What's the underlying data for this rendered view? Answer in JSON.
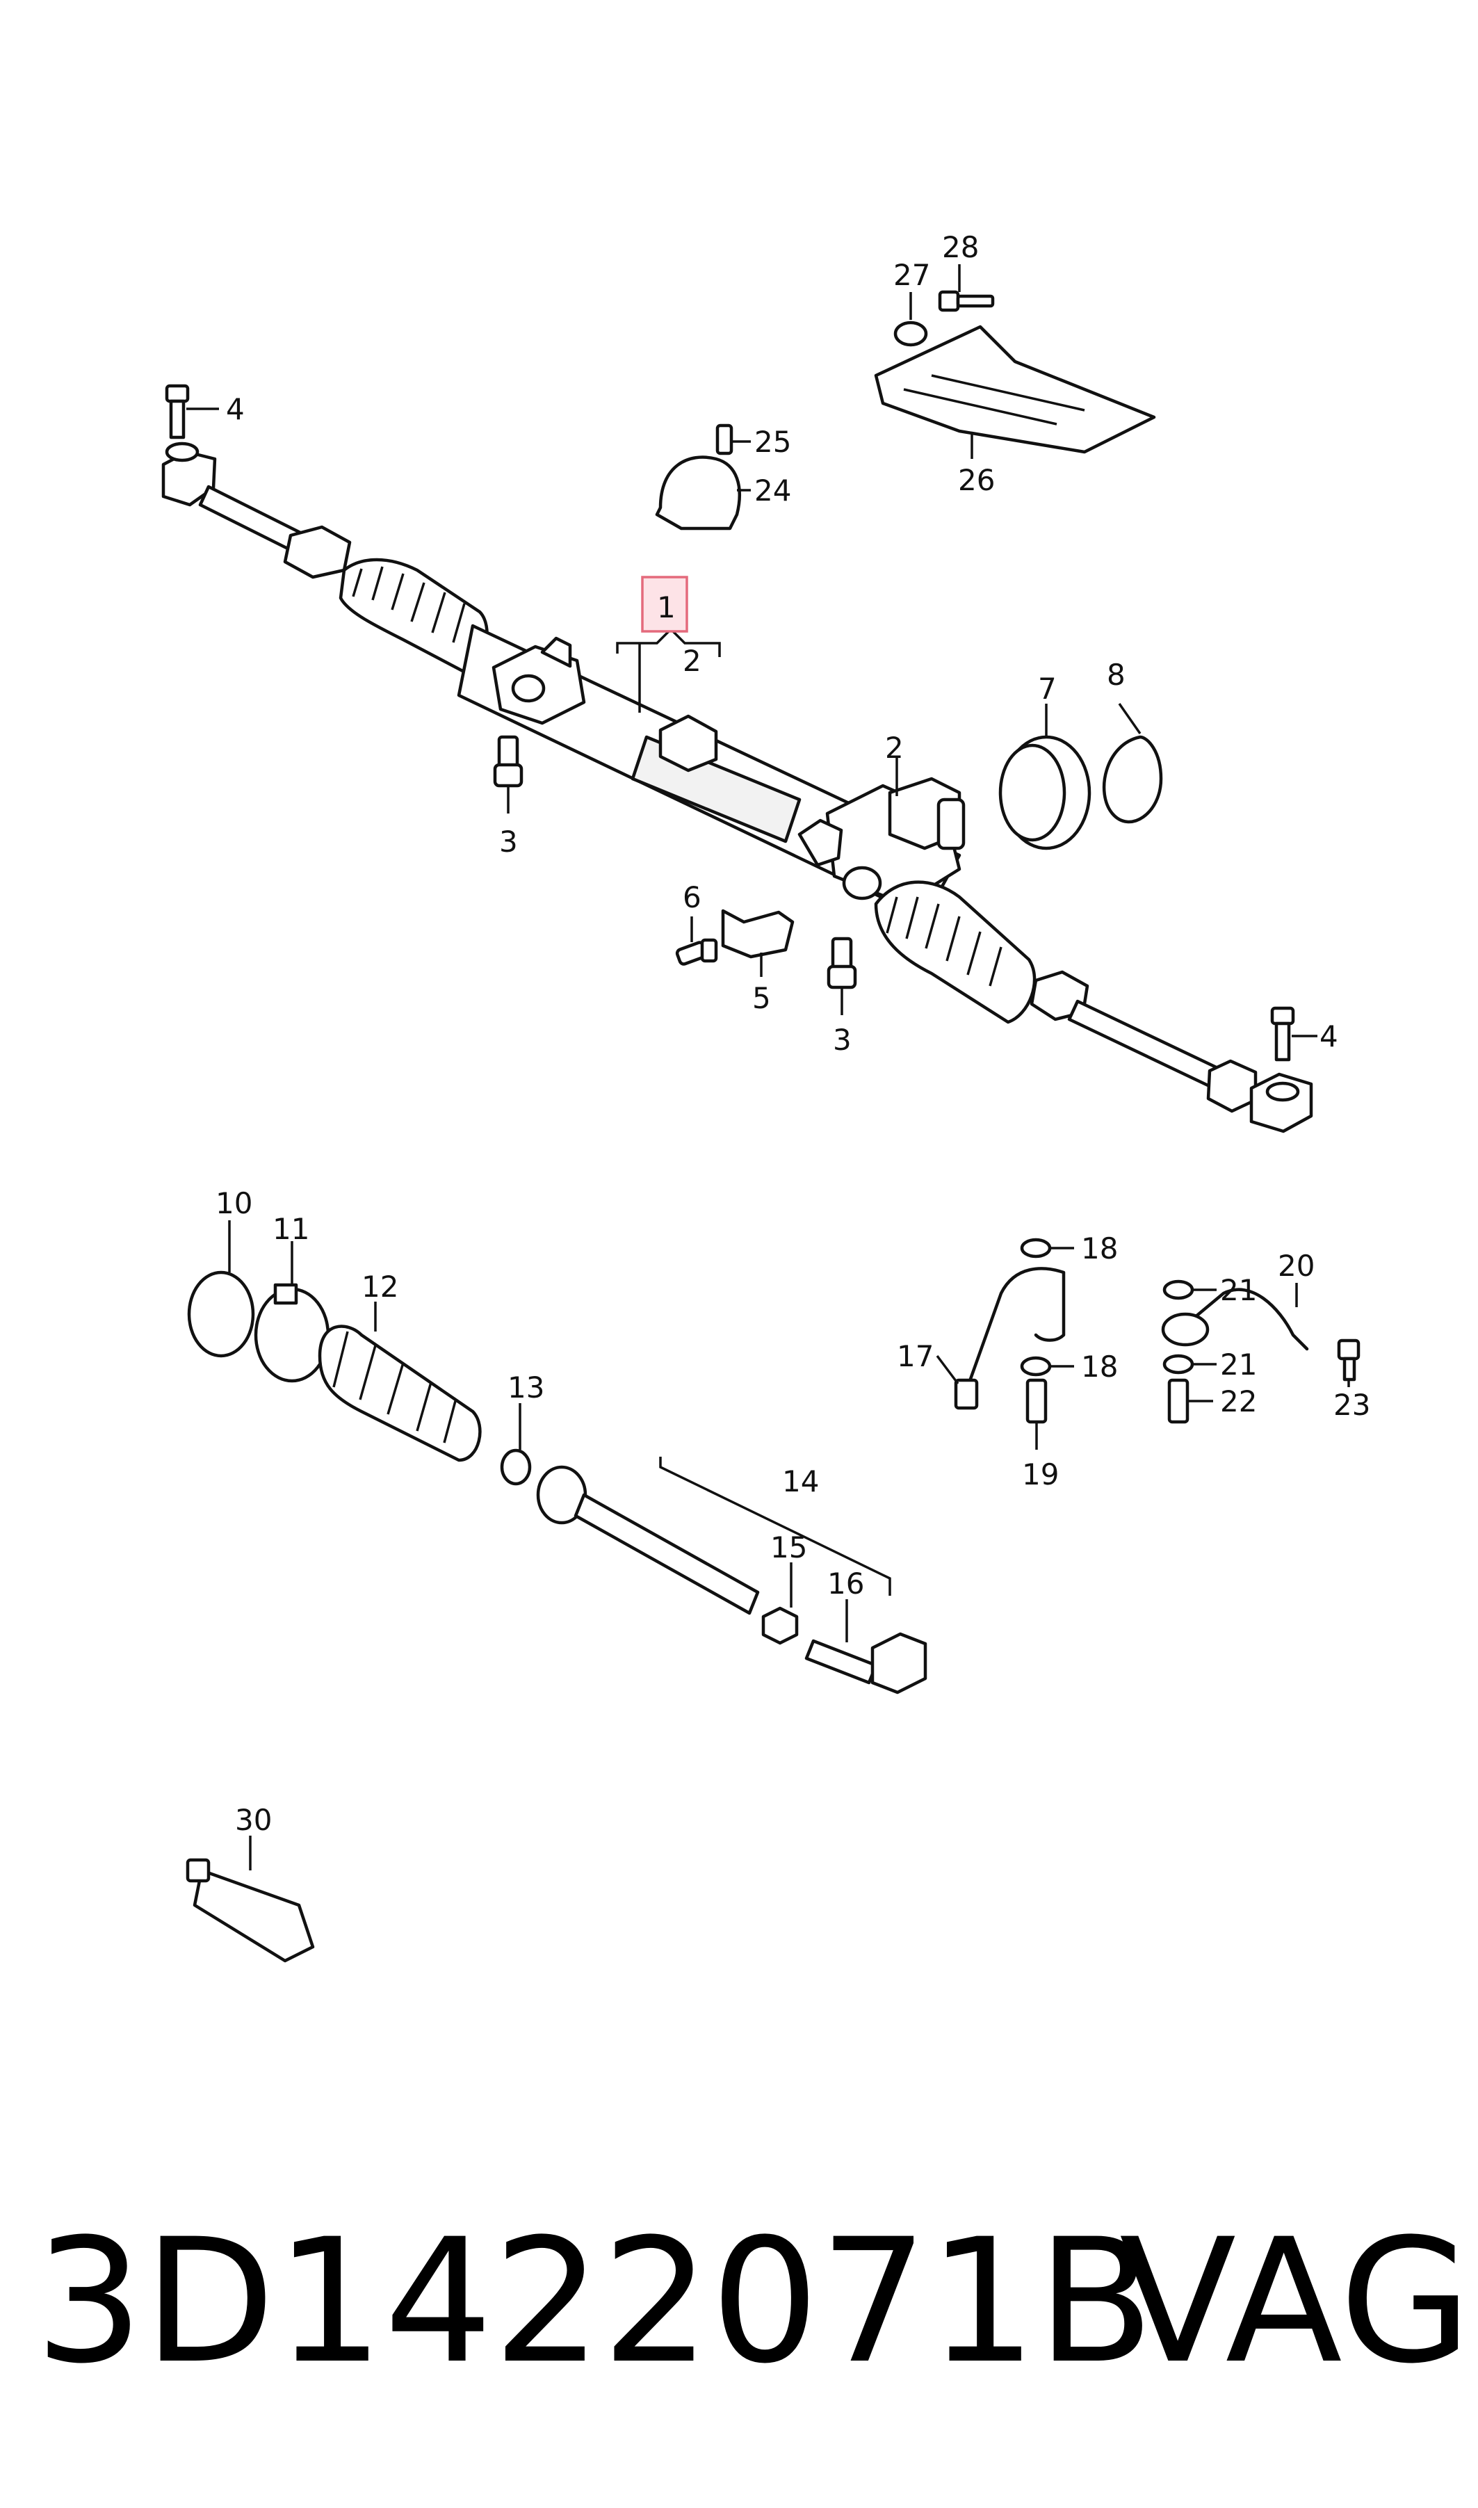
{
  "callouts": {
    "c1": "1",
    "c2a": "2",
    "c2b": "2",
    "c3a": "3",
    "c3b": "3",
    "c4a": "4",
    "c4b": "4",
    "c5": "5",
    "c6": "6",
    "c7": "7",
    "c8": "8",
    "c10": "10",
    "c11": "11",
    "c12": "12",
    "c13": "13",
    "c14": "14",
    "c15": "15",
    "c16": "16",
    "c17": "17",
    "c18a": "18",
    "c18b": "18",
    "c19": "19",
    "c20": "20",
    "c21a": "21",
    "c21b": "21",
    "c22": "22",
    "c23": "23",
    "c24": "24",
    "c25": "25",
    "c26": "26",
    "c27": "27",
    "c28": "28",
    "c30": "30"
  },
  "footer": {
    "part_number": "3D1422071B",
    "brand": "VAG"
  },
  "colors": {
    "highlight_fill": "#fde3e7",
    "highlight_stroke": "#e46a7c",
    "line": "#111111"
  }
}
